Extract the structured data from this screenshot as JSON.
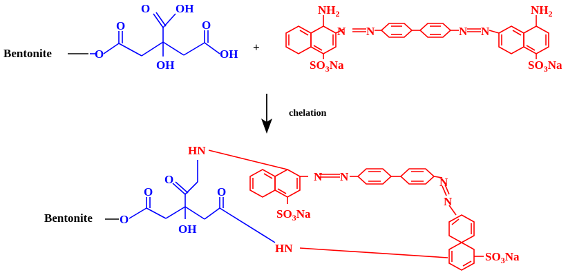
{
  "colors": {
    "citrate": "#0000ff",
    "dye": "#ff0000",
    "text": "#000000"
  },
  "labels": {
    "bentonite": "Bentonite",
    "o": "O",
    "oh": "OH",
    "nh": "NH",
    "sub_2": "2",
    "sub_3": "3",
    "hn": "HN",
    "so": "SO",
    "na": "Na",
    "n": "N",
    "plus": "+",
    "chelation": "chelation"
  }
}
